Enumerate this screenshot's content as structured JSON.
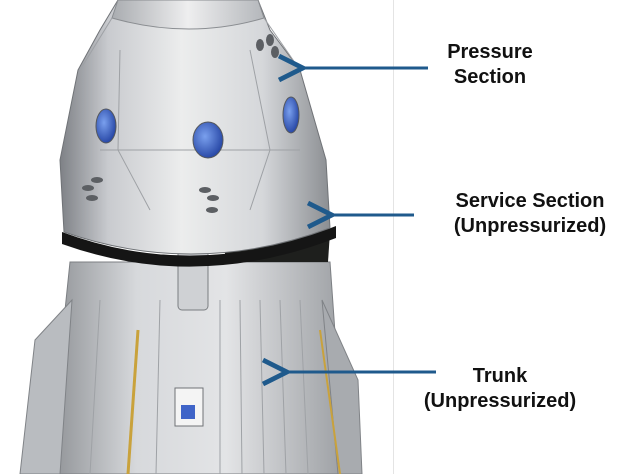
{
  "labels": {
    "pressure": {
      "line1": "Pressure",
      "line2": "Section"
    },
    "service": {
      "line1": "Service Section",
      "line2": "(Unpressurized)"
    },
    "trunk": {
      "line1": "Trunk",
      "line2": "(Unpressurized)"
    }
  },
  "colors": {
    "arrow": "#1f5a8c",
    "hull_light": "#e6e7e9",
    "hull_dark": "#9a9da1",
    "window": "#3f64c8",
    "trunk_stripe": "#c9a23c",
    "service_dark": "#1e1f1d"
  }
}
